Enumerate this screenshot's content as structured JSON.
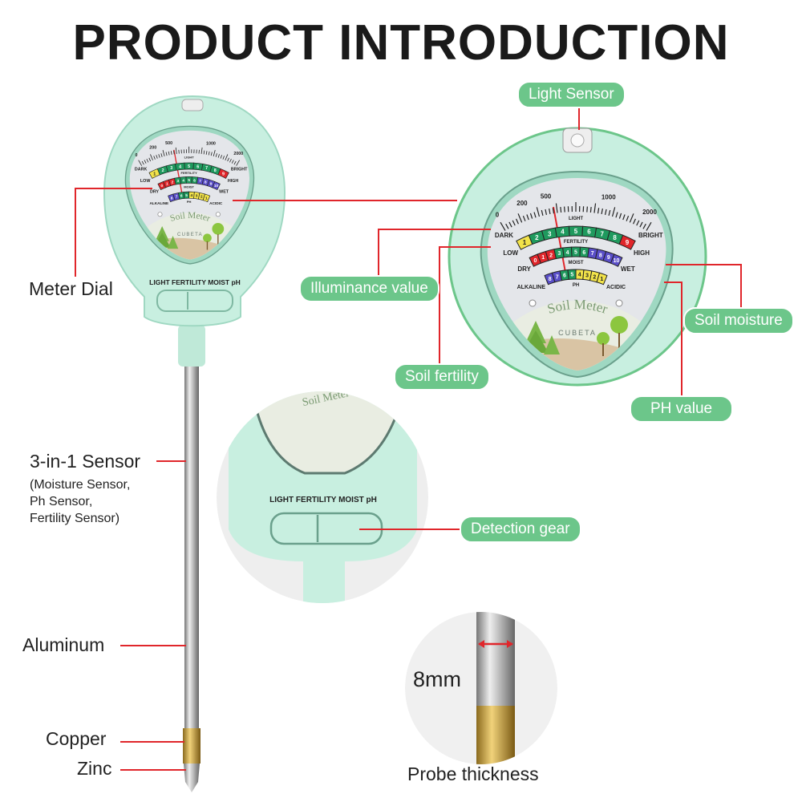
{
  "title": "PRODUCT INTRODUCTION",
  "left_labels": {
    "meter_dial": "Meter Dial",
    "sensor": "3-in-1 Sensor",
    "sensor_sub": [
      "(Moisture Sensor,",
      "Ph Sensor,",
      "Fertility Sensor)"
    ],
    "aluminum": "Aluminum",
    "copper": "Copper",
    "zinc": "Zinc"
  },
  "callouts": {
    "light_sensor": "Light Sensor",
    "illuminance": "Illuminance value",
    "soil_moisture": "Soil moisture",
    "soil_fertility": "Soil fertility",
    "ph_value": "PH value",
    "detection_gear": "Detection gear"
  },
  "dial": {
    "light": {
      "name": "LIGHT",
      "ticks": [
        "0",
        "200",
        "500",
        "1000",
        "2000"
      ],
      "left": "DARK",
      "right": "BRIGHT"
    },
    "fertility": {
      "name": "FERTILITY",
      "ticks": [
        "1",
        "2",
        "3",
        "4",
        "5",
        "6",
        "7",
        "8",
        "9"
      ],
      "left": "LOW",
      "right": "HIGH"
    },
    "moist": {
      "name": "MOIST",
      "ticks": [
        "0",
        "1",
        "2",
        "3",
        "4",
        "5",
        "6",
        "7",
        "8",
        "9",
        "10"
      ],
      "left": "DRY",
      "right": "WET"
    },
    "ph": {
      "name": "PH",
      "ticks": [
        "8",
        "7",
        "6",
        "5",
        "4",
        "3",
        "2",
        "1"
      ],
      "left": "ALKALINE",
      "right": "ACIDIC"
    },
    "brand_title": "Soil Meter",
    "brand": "CUBETA"
  },
  "switch_labels": "LIGHT FERTILITY MOIST pH",
  "probe": {
    "size": "8mm",
    "caption": "Probe thickness"
  },
  "colors": {
    "accent": "#6cc68a",
    "body": "#c8efe0",
    "line": "#e0262b"
  }
}
